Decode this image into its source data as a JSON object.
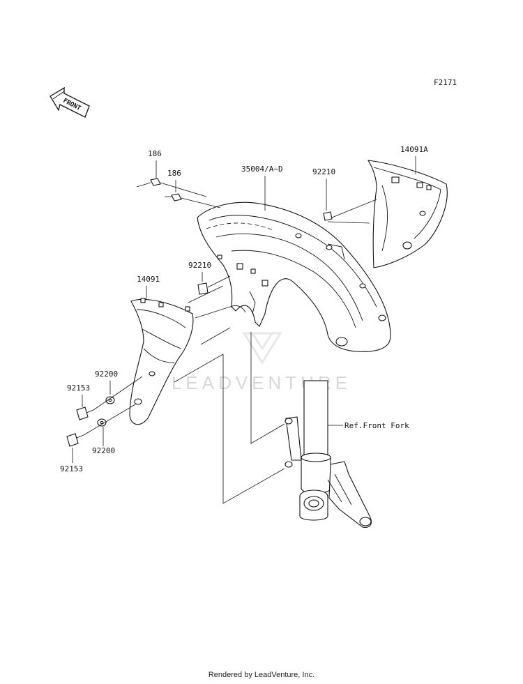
{
  "diagram_code": "F2171",
  "front_arrow_label": "FRONT",
  "watermark": "LEADVENTURE",
  "footer": "Rendered by LeadVenture, Inc.",
  "parts": {
    "bolt_186_a": "186",
    "bolt_186_b": "186",
    "front_fender": "35004/A~D",
    "nut_92210_right": "92210",
    "cover_14091A": "14091A",
    "nut_92210_left": "92210",
    "cover_14091": "14091",
    "washer_92200_upper": "92200",
    "bolt_92153_upper": "92153",
    "washer_92200_lower": "92200",
    "bolt_92153_lower": "92153"
  },
  "reference": "Ref.Front Fork"
}
